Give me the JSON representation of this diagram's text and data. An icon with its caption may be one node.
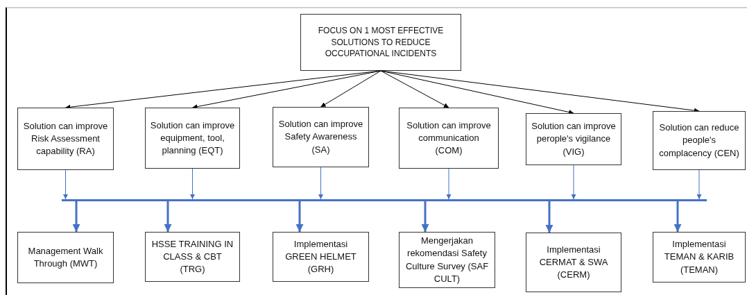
{
  "diagram": {
    "nodes": [
      {
        "text": [
          "FOCUS ON 1 MOST EFFECTIVE SOLUTIONS TO REDUCE OCCUPATIONAL INCIDENTS"
        ]
      },
      {
        "text": [
          "Solution can improve Risk Assessment capability (RA)"
        ]
      },
      {
        "text": [
          "Solution can improve equipment, tool, planning (EQT)"
        ]
      },
      {
        "text": [
          "Solution can improve Safety Awareness (SA)"
        ]
      },
      {
        "text": [
          "Solution can improve communication (COM)"
        ]
      },
      {
        "text": [
          "Solution can improve perople's vigilance (VIG)"
        ]
      },
      {
        "text": [
          "Solution can reduce people's complacency (CEN)"
        ]
      },
      {
        "text": [],
        "shape": "bar"
      },
      {
        "text": [
          "Management Walk Through (MWT)"
        ]
      },
      {
        "text": [
          "HSSE TRAINING IN CLASS & CBT (TRG)"
        ]
      },
      {
        "text": [
          "Implementasi GREEN HELMET (GRH)"
        ]
      },
      {
        "text": [
          "Mengerjakan rekomendasi Safety Culture Survey (SAF CULT)"
        ]
      },
      {
        "text": [
          "Implementasi CERMAT & SWA (CERM)"
        ]
      },
      {
        "text": [
          "Implementasi TEMAN & KARIB (TEMAN)"
        ]
      }
    ],
    "edges": [
      {
        "from": 0,
        "to": 1,
        "arrow": "to",
        "color": "#000000"
      },
      {
        "from": 0,
        "to": 2,
        "arrow": "to",
        "color": "#000000"
      },
      {
        "from": 0,
        "to": 3,
        "arrow": "to",
        "color": "#000000"
      },
      {
        "from": 0,
        "to": 4,
        "arrow": "to",
        "color": "#000000"
      },
      {
        "from": 0,
        "to": 5,
        "arrow": "to",
        "color": "#000000"
      },
      {
        "from": 0,
        "to": 6,
        "arrow": "to",
        "color": "#000000"
      },
      {
        "from": 1,
        "to": 7,
        "arrow": "to"
      },
      {
        "from": 2,
        "to": 7,
        "arrow": "to"
      },
      {
        "from": 3,
        "to": 7,
        "arrow": "to"
      },
      {
        "from": 4,
        "to": 7,
        "arrow": "to"
      },
      {
        "from": 5,
        "to": 7,
        "arrow": "to"
      },
      {
        "from": 6,
        "to": 7,
        "arrow": "to"
      },
      {
        "from": 7,
        "to": 8,
        "arrow": "to",
        "style": "thick"
      },
      {
        "from": 7,
        "to": 9,
        "arrow": "to",
        "style": "thick"
      },
      {
        "from": 7,
        "to": 10,
        "arrow": "to",
        "style": "thick"
      },
      {
        "from": 7,
        "to": 11,
        "arrow": "to",
        "style": "thick"
      },
      {
        "from": 7,
        "to": 12,
        "arrow": "to",
        "style": "thick"
      },
      {
        "from": 7,
        "to": 13,
        "arrow": "to",
        "style": "thick"
      }
    ]
  }
}
